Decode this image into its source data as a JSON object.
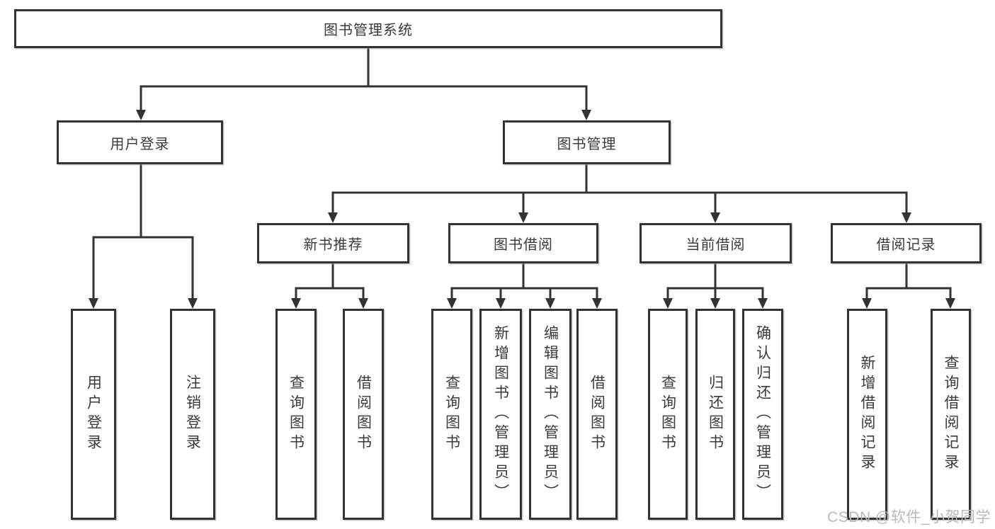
{
  "diagram_type": "hierarchy-tree",
  "colors": {
    "line": "#333333",
    "text": "#3a3a3a",
    "watermark": "#b9b9b9",
    "background": "#ffffff"
  },
  "tree": {
    "label": "图书管理系统",
    "children": [
      {
        "label": "用户登录",
        "children": [
          {
            "label": "用户登录"
          },
          {
            "label": "注销登录"
          }
        ]
      },
      {
        "label": "图书管理",
        "children": [
          {
            "label": "新书推荐",
            "children": [
              {
                "label": "查询图书"
              },
              {
                "label": "借阅图书"
              }
            ]
          },
          {
            "label": "图书借阅",
            "children": [
              {
                "label": "查询图书"
              },
              {
                "label": "新增图书（管理员）"
              },
              {
                "label": "编辑图书（管理员）"
              },
              {
                "label": "借阅图书"
              }
            ]
          },
          {
            "label": "当前借阅",
            "children": [
              {
                "label": "查询图书"
              },
              {
                "label": "归还图书"
              },
              {
                "label": "确认归还（管理员）"
              }
            ]
          },
          {
            "label": "借阅记录",
            "children": [
              {
                "label": "新增借阅记录"
              },
              {
                "label": "查询借阅记录"
              }
            ]
          }
        ]
      }
    ]
  },
  "watermark": "CSDN @软件_小贺同学"
}
